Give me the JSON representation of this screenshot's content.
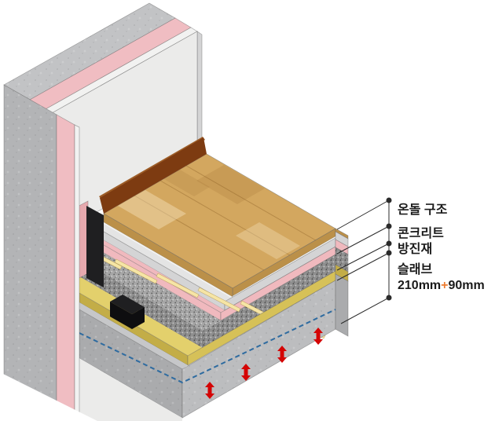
{
  "diagram": {
    "type": "isometric-construction-cutaway",
    "subject": "apartment wall-floor junction with ondol floor heating structure",
    "labels": {
      "ondol": "온돌 구조",
      "concrete": "콘크리트",
      "damping": "방진재",
      "slab": "슬래브",
      "slab_mm_pre": "210mm",
      "slab_plus": "+",
      "slab_mm_post": "90mm"
    },
    "layers_depicted": [
      {
        "name": "wood-flooring",
        "part_of": "온돌 구조"
      },
      {
        "name": "finish-mortar",
        "part_of": "온돌 구조"
      },
      {
        "name": "heating-pipes",
        "part_of": "온돌 구조"
      },
      {
        "name": "lightweight-concrete",
        "label": "콘크리트"
      },
      {
        "name": "vibration-damping-pad",
        "label": "방진재"
      },
      {
        "name": "concrete-slab",
        "label": "슬래브 210mm+90mm"
      }
    ],
    "annotations": {
      "leader_dot_count": 5,
      "red_arrow_count": 4,
      "heating_pipe_count": 6
    }
  },
  "palette": {
    "background": "#ffffff",
    "concrete_top": "#c2c3c5",
    "concrete_cut": "#b3b4b6",
    "pink_wall": "#f0bdc2",
    "pink_edge": "#e6a9ae",
    "white_layer": "#f2f2f1",
    "interior_white": "#ebebea",
    "wood_top": "#d3a75f",
    "wood_front": "#bb9049",
    "mortar": "#d4d4d5",
    "mortar_light": "#e4e4e4",
    "pink_layer": "#f0b9be",
    "yellow_top": "#e3d06c",
    "yellow_front": "#d6c158",
    "yellow_left": "#c3ad47",
    "slab_front": "#bcbdbf",
    "slab_left": "#aaabad",
    "slab_top": "#c6c7c9",
    "black_part": "#1f1f21",
    "black_dark": "#0e0e10",
    "baseboard": "#7d3b11",
    "baseboard_light": "#9c5c27",
    "pipe": "#f6e5a5",
    "dash_blue": "#2e6ba0",
    "arrow_red": "#d40404",
    "leader_line": "#2b2b2b",
    "label_black": "#1a1a1a",
    "plus_orange": "#ed7d31"
  }
}
